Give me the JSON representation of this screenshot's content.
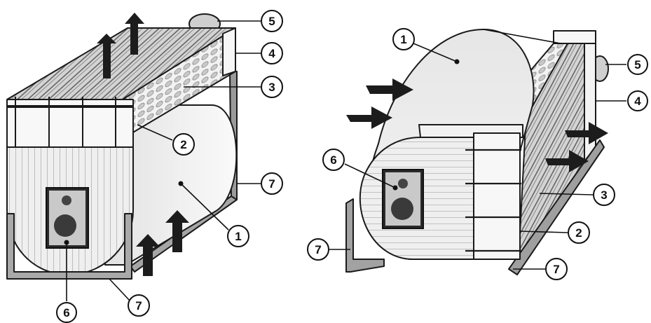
{
  "figure_left": {
    "callouts": [
      {
        "id": "5",
        "text": "5"
      },
      {
        "id": "4",
        "text": "4"
      },
      {
        "id": "3",
        "text": "3"
      },
      {
        "id": "2",
        "text": "2"
      },
      {
        "id": "7a",
        "text": "7"
      },
      {
        "id": "1",
        "text": "1"
      },
      {
        "id": "7b",
        "text": "7"
      },
      {
        "id": "6",
        "text": "6"
      }
    ]
  },
  "figure_right": {
    "callouts": [
      {
        "id": "1",
        "text": "1"
      },
      {
        "id": "5",
        "text": "5"
      },
      {
        "id": "4",
        "text": "4"
      },
      {
        "id": "6",
        "text": "6"
      },
      {
        "id": "3",
        "text": "3"
      },
      {
        "id": "2",
        "text": "2"
      },
      {
        "id": "7a",
        "text": "7"
      },
      {
        "id": "7b",
        "text": "7"
      }
    ]
  },
  "colors": {
    "outline": "#1a1a1a",
    "body_fill": "#eeeeee",
    "fin_fill": "#d9d9d9",
    "dark": "#222222",
    "frame": "#9a9a9a",
    "arrow": "#1c1c1c"
  }
}
